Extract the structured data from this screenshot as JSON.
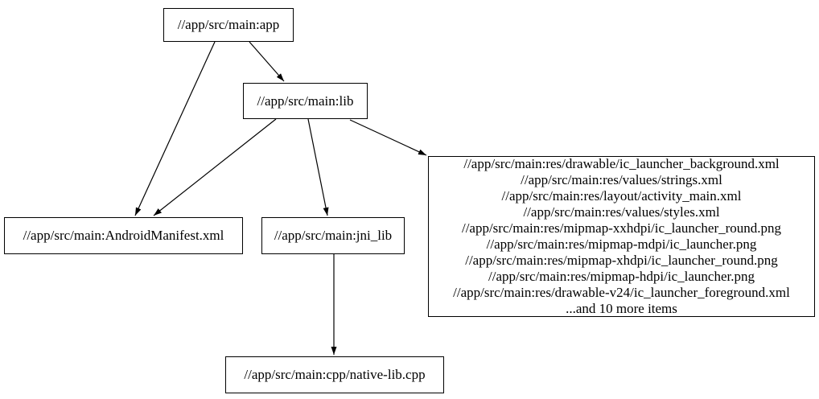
{
  "graph": {
    "background_color": "#ffffff",
    "node_border_color": "#000000",
    "edge_color": "#000000",
    "nodes": {
      "app": {
        "label": "//app/src/main:app"
      },
      "lib": {
        "label": "//app/src/main:lib"
      },
      "android_manifest": {
        "label": "//app/src/main:AndroidManifest.xml"
      },
      "jni_lib": {
        "label": "//app/src/main:jni_lib"
      },
      "resources": {
        "lines": [
          "//app/src/main:res/drawable/ic_launcher_background.xml",
          "//app/src/main:res/values/strings.xml",
          "//app/src/main:res/layout/activity_main.xml",
          "//app/src/main:res/values/styles.xml",
          "//app/src/main:res/mipmap-xxhdpi/ic_launcher_round.png",
          "//app/src/main:res/mipmap-mdpi/ic_launcher.png",
          "//app/src/main:res/mipmap-xhdpi/ic_launcher_round.png",
          "//app/src/main:res/mipmap-hdpi/ic_launcher.png",
          "//app/src/main:res/drawable-v24/ic_launcher_foreground.xml",
          "...and 10 more items"
        ]
      },
      "native_lib": {
        "label": "//app/src/main:cpp/native-lib.cpp"
      }
    },
    "edges": [
      {
        "from": "//app/src/main:app",
        "to": "//app/src/main:AndroidManifest.xml"
      },
      {
        "from": "//app/src/main:app",
        "to": "//app/src/main:lib"
      },
      {
        "from": "//app/src/main:lib",
        "to": "//app/src/main:AndroidManifest.xml"
      },
      {
        "from": "//app/src/main:lib",
        "to": "//app/src/main:jni_lib"
      },
      {
        "from": "//app/src/main:lib",
        "to": "resources-group"
      },
      {
        "from": "//app/src/main:jni_lib",
        "to": "//app/src/main:cpp/native-lib.cpp"
      }
    ]
  }
}
